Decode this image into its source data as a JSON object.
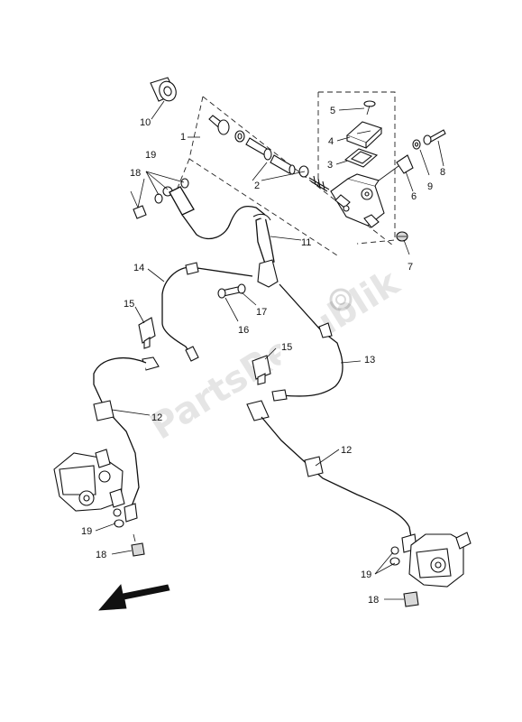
{
  "callouts": {
    "c1": "1",
    "c2": "2",
    "c3": "3",
    "c4": "4",
    "c5": "5",
    "c6": "6",
    "c7": "7",
    "c8": "8",
    "c9": "9",
    "c10": "10",
    "c11": "11",
    "c12a": "12",
    "c12b": "12",
    "c13": "13",
    "c14": "14",
    "c15a": "15",
    "c15b": "15",
    "c16": "16",
    "c17": "17",
    "c18a": "18",
    "c18b": "18",
    "c18c": "18",
    "c19a": "19",
    "c19b": "19",
    "c19c": "19"
  },
  "watermark": "PartsRepublik",
  "icons": {
    "direction_arrow": "front-direction-arrow-icon",
    "watermark_gear": "gear-icon"
  }
}
